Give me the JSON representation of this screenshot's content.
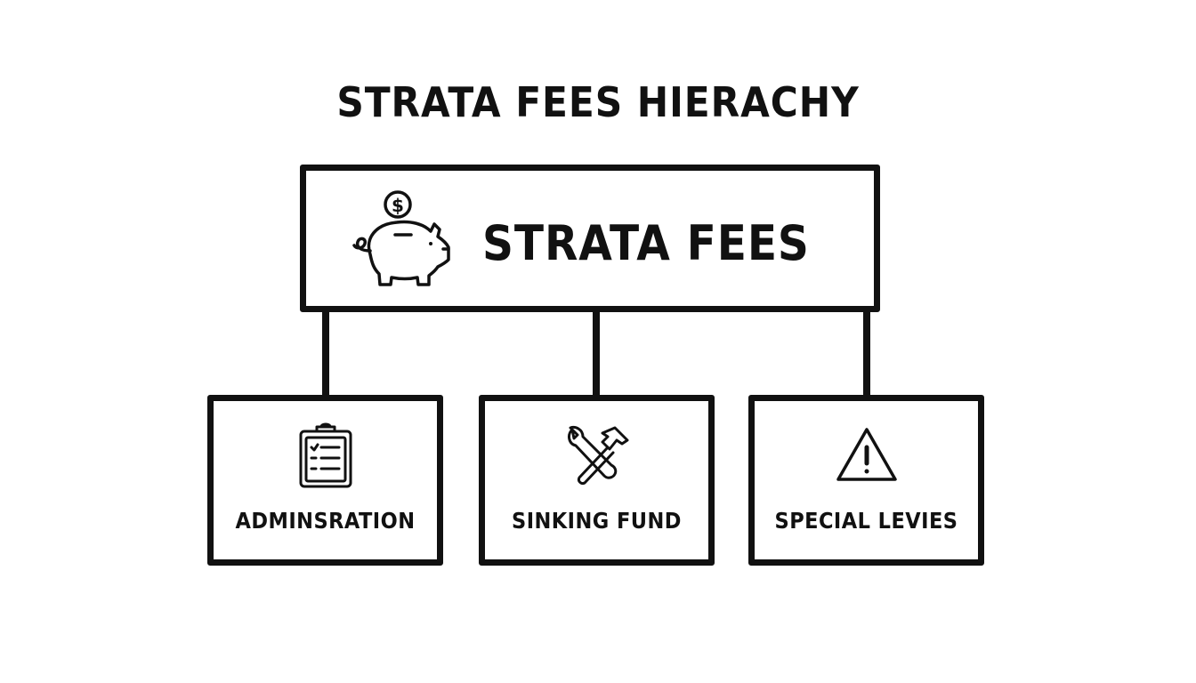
{
  "title": "STRATA FEES HIERACHY",
  "root": {
    "label": "STRATA FEES",
    "icon": "piggy-bank-icon"
  },
  "children": [
    {
      "label": "ADMINSRATION",
      "icon": "clipboard-checklist-icon"
    },
    {
      "label": "SINKING FUND",
      "icon": "wrench-hammer-icon"
    },
    {
      "label": "SPECIAL LEVIES",
      "icon": "warning-triangle-icon"
    }
  ],
  "colors": {
    "stroke": "#111111",
    "background": "#ffffff"
  }
}
